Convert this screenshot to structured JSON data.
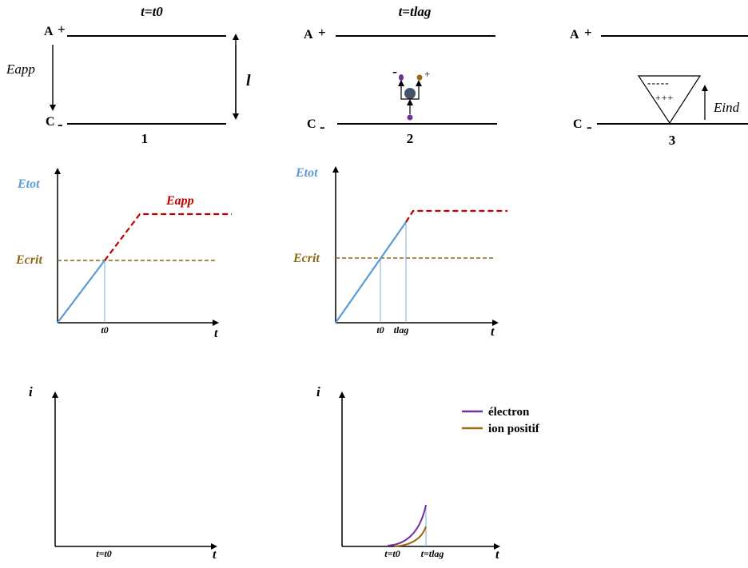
{
  "colors": {
    "black": "#000000",
    "blue": "#5b9bd5",
    "red": "#c00000",
    "gold": "#8b6914",
    "purple": "#7030a0",
    "dark_blue": "#44546a",
    "orange_ion": "#9c6a10"
  },
  "panels": [
    {
      "title": "t=t0",
      "anode": "A",
      "anode_sign": "+",
      "cathode": "C",
      "cathode_sign": "-",
      "number": "1",
      "field_label": "Eapp",
      "gap_label": "l"
    },
    {
      "title": "t=tlag",
      "anode": "A",
      "anode_sign": "+",
      "cathode": "C",
      "cathode_sign": "-",
      "number": "2",
      "electron_sign": "-",
      "ion_sign": "+"
    },
    {
      "anode": "A",
      "anode_sign": "+",
      "cathode": "C",
      "cathode_sign": "-",
      "number": "3",
      "field_label": "Eind",
      "neg_charges": "- - - - -",
      "pos_charges": "+ + +"
    }
  ],
  "field_plots": [
    {
      "ylabel": "Etot",
      "xlabel": "t",
      "crit_label": "Ecrit",
      "app_label": "Eapp",
      "tick_labels": [
        "t0"
      ]
    },
    {
      "ylabel": "Etot",
      "xlabel": "t",
      "crit_label": "Ecrit",
      "tick_labels": [
        "t0",
        "tlag"
      ]
    }
  ],
  "current_plots": [
    {
      "ylabel": "i",
      "xlabel": "t",
      "tick_labels": [
        "t=t0"
      ]
    },
    {
      "ylabel": "i",
      "xlabel": "t",
      "tick_labels": [
        "t=t0",
        "t=tlag"
      ],
      "legend": [
        {
          "label": "électron",
          "color": "#7030a0"
        },
        {
          "label": "ion positif",
          "color": "#9c6a10"
        }
      ]
    }
  ]
}
